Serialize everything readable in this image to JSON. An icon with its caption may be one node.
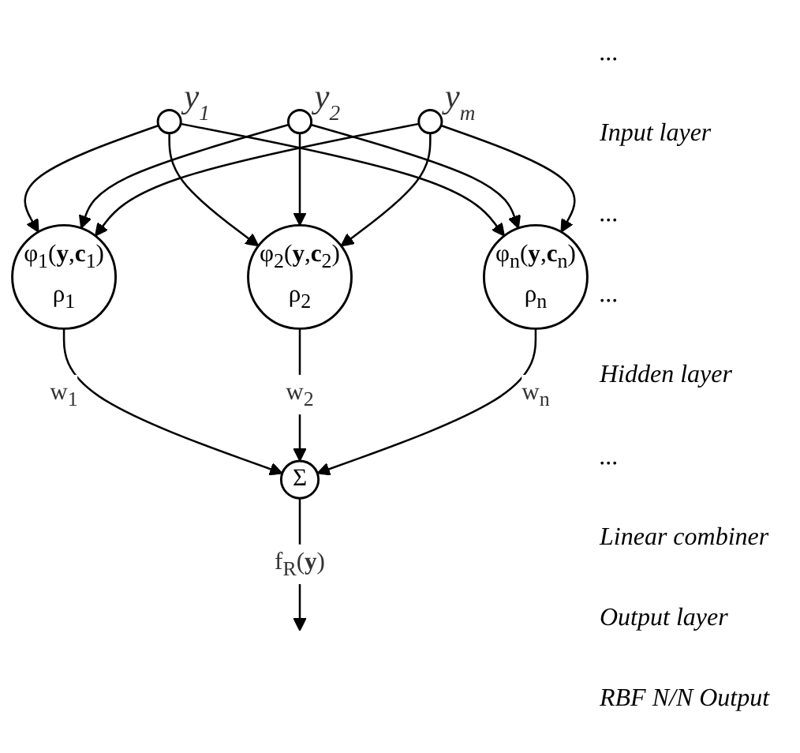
{
  "diagram": {
    "nodes": [
      {
        "text": [],
        "shape": "circle",
        "beside": [
          "y$_{1}$"
        ]
      },
      {
        "text": [],
        "shape": "circle",
        "beside": [
          "y$_{2}$"
        ]
      },
      {
        "text": [],
        "shape": "circle",
        "beside": [
          "y$_{m}$"
        ]
      },
      {
        "text": [
          "φ$_{1}$(**y**,**c**$_{1}$)",
          "ρ$_{1}$"
        ]
      },
      {
        "text": [
          "φ$_{2}$(**y**,**c**$_{2}$)",
          "ρ$_{2}$"
        ]
      },
      {
        "text": [
          "φ$_{n}$(**y**,**c**$_{n}$)",
          "ρ$_{n}$"
        ]
      },
      {
        "text": [
          "Σ"
        ]
      }
    ],
    "edges": [
      {
        "from": 0,
        "to": 3,
        "arrow": "to"
      },
      {
        "from": 0,
        "to": 4,
        "arrow": "to"
      },
      {
        "from": 0,
        "to": 5,
        "arrow": "to"
      },
      {
        "from": 1,
        "to": 3,
        "arrow": "to"
      },
      {
        "from": 1,
        "to": 4,
        "arrow": "to"
      },
      {
        "from": 1,
        "to": 5,
        "arrow": "to"
      },
      {
        "from": 2,
        "to": 3,
        "arrow": "to"
      },
      {
        "from": 2,
        "to": 4,
        "arrow": "to"
      },
      {
        "from": 2,
        "to": 5,
        "arrow": "to"
      },
      {
        "from": 3,
        "to": 6,
        "arrow": "to",
        "label": "w$_{1}$"
      },
      {
        "from": 4,
        "to": 6,
        "arrow": "to",
        "label": "w$_{2}$"
      },
      {
        "from": 5,
        "to": 6,
        "arrow": "to",
        "label": "w$_{n}$"
      },
      {
        "from": 6,
        "to": null,
        "arrow": "to",
        "label": "f$_{R}$(**y**)"
      }
    ],
    "labels": [
      "...",
      "Input layer",
      "...",
      "...",
      "Hidden layer",
      "...",
      "Linear combiner",
      "Output layer",
      "RBF N/N Output"
    ]
  }
}
